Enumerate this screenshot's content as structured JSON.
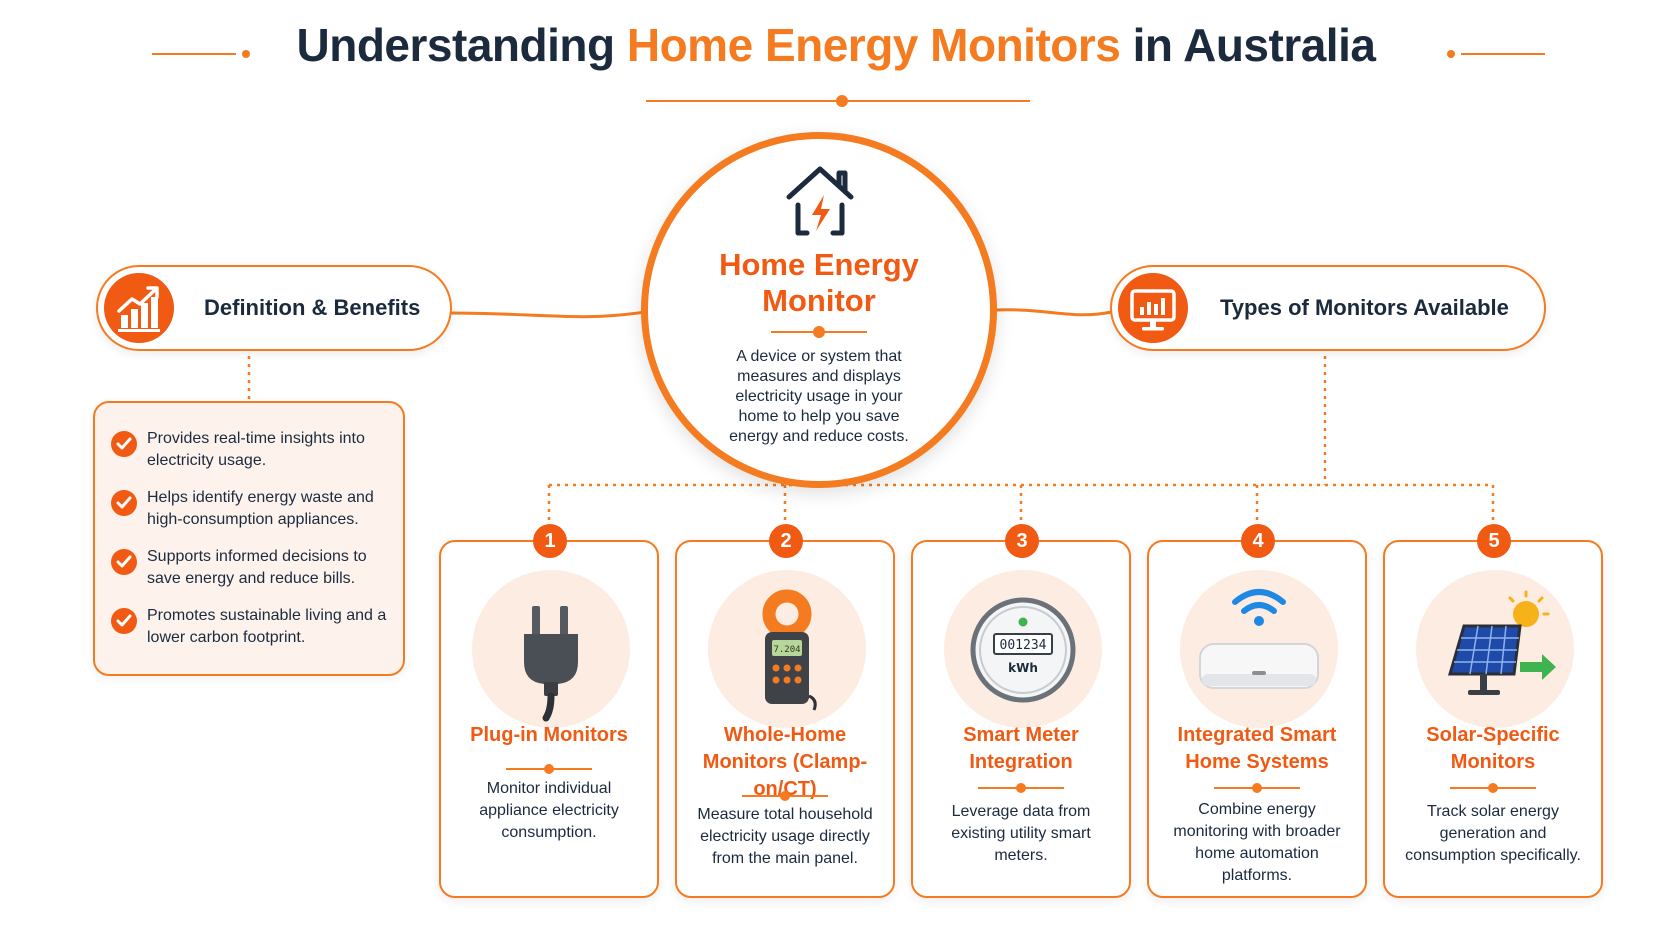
{
  "title": {
    "part1": "Understanding ",
    "accent": "Home Energy Monitors",
    "part2": " in Australia"
  },
  "center": {
    "icon": "house-lightning-icon",
    "title": "Home Energy Monitor",
    "description": "A device or system that measures and displays electricity usage in your home to help you save energy and reduce costs."
  },
  "left_pill": {
    "icon": "bar-chart-growth-icon",
    "label": "Definition & Benefits"
  },
  "right_pill": {
    "icon": "monitor-chart-icon",
    "label": "Types of Monitors Available"
  },
  "benefits": [
    "Provides real-time insights into electricity usage.",
    "Helps identify energy waste and high-consumption appliances.",
    "Supports informed decisions to save energy and reduce bills.",
    "Promotes sustainable living and a lower carbon footprint."
  ],
  "types": [
    {
      "number": "1",
      "icon": "plug-icon",
      "title": "Plug-in Monitors",
      "description": "Monitor individual appliance electricity consumption."
    },
    {
      "number": "2",
      "icon": "clamp-meter-icon",
      "meter_reading": "7.204",
      "title": "Whole-Home Monitors (Clamp-on/CT)",
      "description": "Measure total household electricity usage directly from the main panel."
    },
    {
      "number": "3",
      "icon": "smart-meter-icon",
      "meter_reading": "001234",
      "meter_unit": "kWh",
      "title": "Smart Meter Integration",
      "description": "Leverage data from existing utility smart meters."
    },
    {
      "number": "4",
      "icon": "smart-hub-wifi-icon",
      "title": "Integrated Smart Home Systems",
      "description": "Combine energy monitoring with broader home automation platforms."
    },
    {
      "number": "5",
      "icon": "solar-panel-icon",
      "title": "Solar-Specific Monitors",
      "description": "Track solar energy generation and consumption specifically."
    }
  ],
  "colors": {
    "accent": "#f47b20",
    "accent_dark": "#f05a13",
    "navy": "#1c2a3e",
    "card_tint": "#fcece1"
  }
}
